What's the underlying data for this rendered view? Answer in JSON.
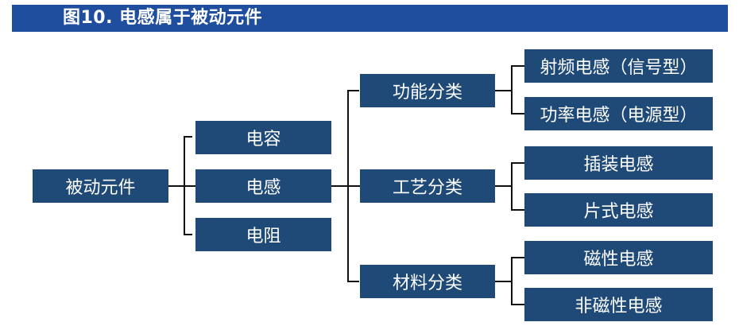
{
  "figure": {
    "title": "图10. 电感属于被动元件"
  },
  "diagram": {
    "root": "被动元件",
    "level1": [
      "电容",
      "电感",
      "电阻"
    ],
    "level2": [
      "功能分类",
      "工艺分类",
      "材料分类"
    ],
    "level3": [
      [
        "射频电感（信号型）",
        "功率电感（电源型）"
      ],
      [
        "插装电感",
        "片式电感"
      ],
      [
        "磁性电感",
        "非磁性电感"
      ]
    ]
  },
  "colors": {
    "header_bg": "#1f4e9e",
    "node_bg": "#1f4a78",
    "node_text": "#ffffff",
    "connector": "#111111"
  }
}
